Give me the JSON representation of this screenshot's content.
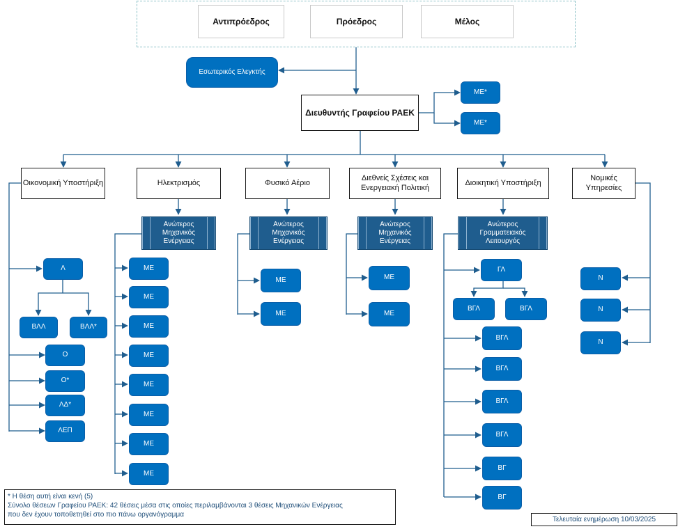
{
  "board": {
    "vice_chair": "Αντιπρόεδρος",
    "chair": "Πρόεδρος",
    "member": "Μέλος"
  },
  "internal_auditor": "Εσωτερικός Ελεγκτής",
  "director": "Διευθυντής Γραφείου ΡΑΕΚ",
  "director_staff": [
    "ΜΕ*",
    "ΜΕ*"
  ],
  "departments": {
    "finance": {
      "title": "Οικονομική Υποστήριξη",
      "lead": "Λ",
      "sub": [
        "ΒΛΛ",
        "ΒΛΛ*"
      ],
      "staff": [
        "Ο",
        "Ο*",
        "ΛΔ*",
        "ΛΕΠ"
      ]
    },
    "electricity": {
      "title": "Ηλεκτρισμός",
      "head": "Ανώτερος\nΜηχανικός\nΕνέργειας",
      "staff": [
        "ΜΕ",
        "ΜΕ",
        "ΜΕ",
        "ΜΕ",
        "ΜΕ",
        "ΜΕ",
        "ΜΕ",
        "ΜΕ"
      ]
    },
    "gas": {
      "title": "Φυσικό Αέριο",
      "head": "Ανώτερος\nΜηχανικός\nΕνέργειας",
      "staff": [
        "ΜΕ",
        "ΜΕ"
      ]
    },
    "international": {
      "title": "Διεθνείς Σχέσεις και\nΕνεργειακή Πολιτική",
      "head": "Ανώτερος\nΜηχανικός\nΕνέργειας",
      "staff": [
        "ΜΕ",
        "ΜΕ"
      ]
    },
    "admin": {
      "title": "Διοικητική Υποστήριξη",
      "head": "Ανώτερος\nΓραμματειακός\nΛειτουργός",
      "lead": "ΓΛ",
      "sub": [
        "ΒΓΛ",
        "ΒΓΛ"
      ],
      "staff": [
        "ΒΓΛ",
        "ΒΓΛ",
        "ΒΓΛ",
        "ΒΓΛ",
        "ΒΓ",
        "ΒΓ"
      ]
    },
    "legal": {
      "title": "Νομικές Υπηρεσίες",
      "staff": [
        "Ν",
        "Ν",
        "Ν"
      ]
    }
  },
  "note": {
    "line1": "* Η θέση αυτή είναι κενή (5)",
    "line2": "Σύνολο θέσεων Γραφείου ΡΑΕΚ: 42 θέσεις μέσα στις οποίες περιλαμβάνονται 3 θέσεις Μηχανικών Ενέργειας",
    "line3": "που δεν έχουν τοποθετηθεί στο πιο πάνω οργανόγραμμα"
  },
  "updated": "Τελευταία ενημέρωση 10/03/2025",
  "colors": {
    "line": "#1f5d8e",
    "box_blue": "#0070c0",
    "box_dark": "#1f5d8e"
  }
}
